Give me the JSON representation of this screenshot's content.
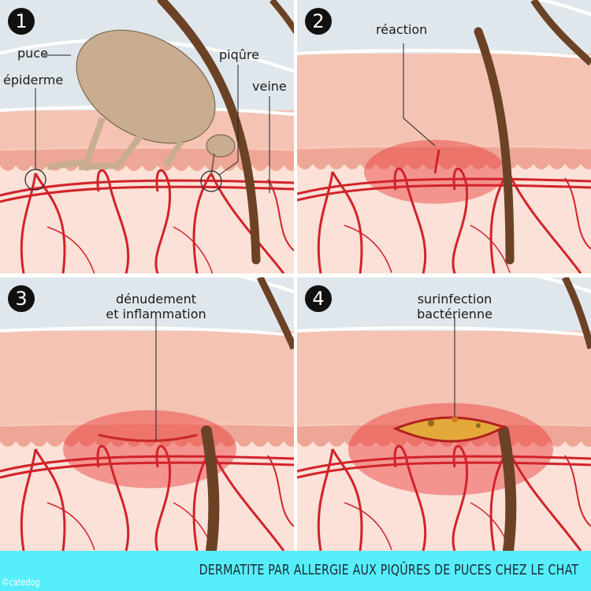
{
  "panels": [
    {
      "number": "1",
      "labels": {
        "flea": "puce",
        "epidermis": "épiderme",
        "bite": "piqûre",
        "vein": "veine"
      }
    },
    {
      "number": "2",
      "labels": {
        "reaction": "réaction"
      }
    },
    {
      "number": "3",
      "labels": {
        "line1": "dénudement",
        "line2": "et inflammation"
      }
    },
    {
      "number": "4",
      "labels": {
        "line1": "surinfection",
        "line2": "bactérienne"
      }
    }
  ],
  "banner": {
    "title": "DERMATITE PAR ALLERGIE AUX PIQÛRES DE PUCES CHEZ LE CHAT",
    "copyright": "©catedog"
  },
  "colors": {
    "banner": "#57eefc",
    "vessel": "#d2232a",
    "hair": "#6b4226",
    "skin": "#f4c3b3",
    "dermis": "#fbe1d7"
  }
}
